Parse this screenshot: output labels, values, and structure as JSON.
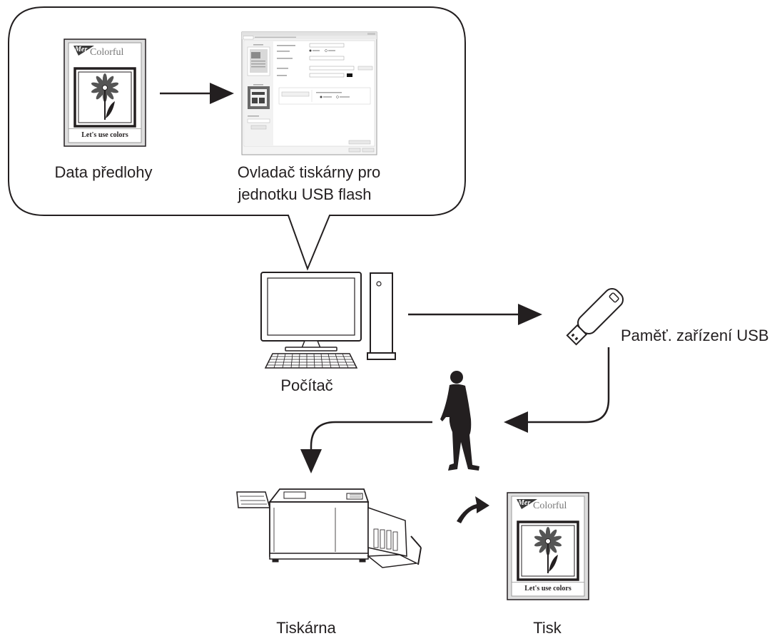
{
  "labels": {
    "original_data": "Data předlohy",
    "printer_driver_line1": "Ovladač tiskárny pro",
    "printer_driver_line2": "jednotku USB flash",
    "computer": "Počítač",
    "usb_device": "Paměť. zařízení USB",
    "printer": "Tiskárna",
    "print": "Tisk"
  },
  "document": {
    "badge": "Mer",
    "headline": "Colorful",
    "footer": "Let's use colors"
  },
  "colors": {
    "line": "#231f20",
    "gray_fill": "#dcdcdc",
    "flower": "#555555"
  }
}
